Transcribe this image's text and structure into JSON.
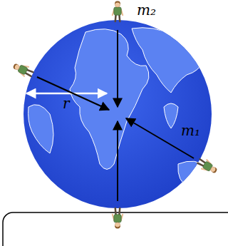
{
  "diagram": {
    "labels": [
      "m₂",
      "r",
      "m₁"
    ]
  }
}
